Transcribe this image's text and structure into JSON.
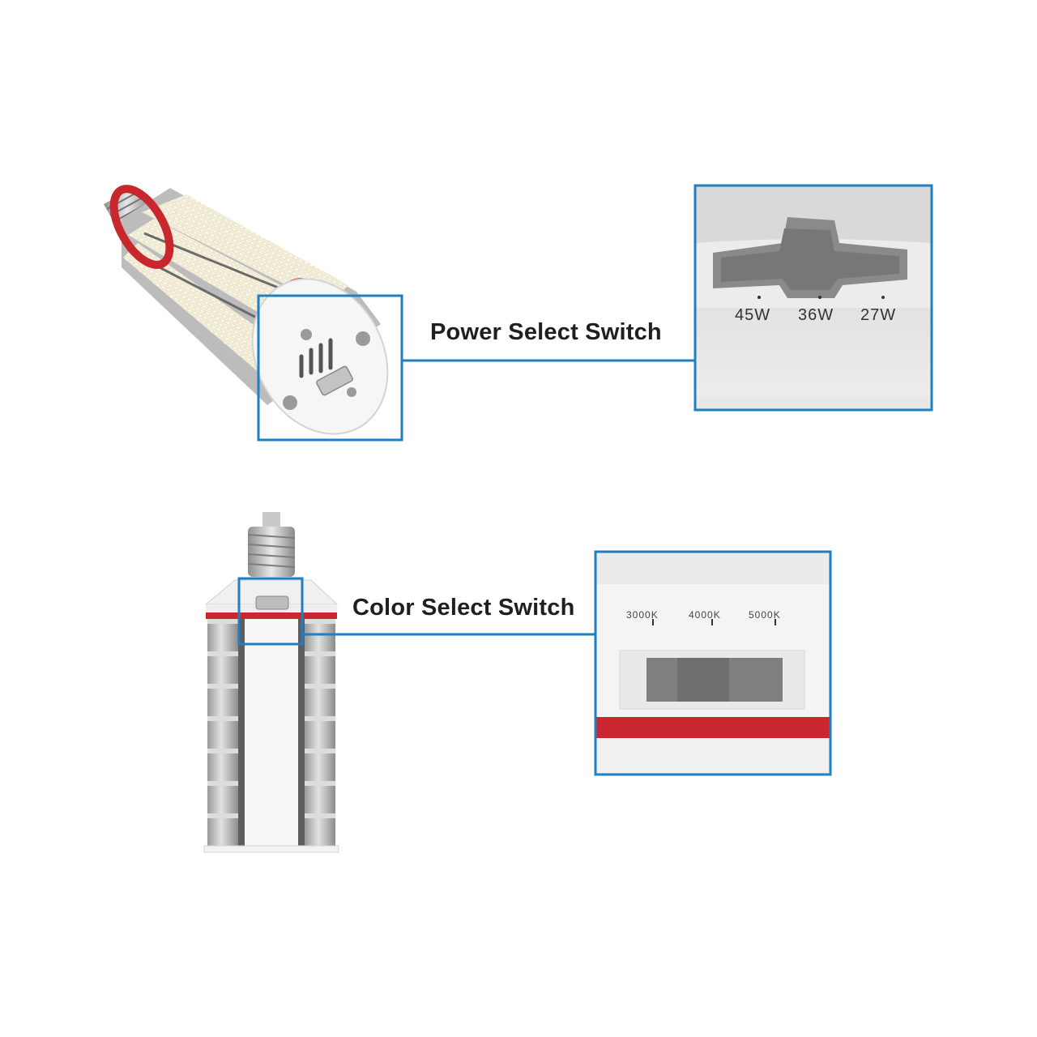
{
  "callouts": {
    "power": {
      "label": "Power Select Switch",
      "options": [
        "45W",
        "36W",
        "27W"
      ]
    },
    "color": {
      "label": "Color Select Switch",
      "options": [
        "3000K",
        "4000K",
        "5000K"
      ]
    }
  },
  "colors": {
    "callout_blue": "#1f7fc0",
    "band_red": "#c8272d",
    "text_dark": "#1f1f1f"
  }
}
